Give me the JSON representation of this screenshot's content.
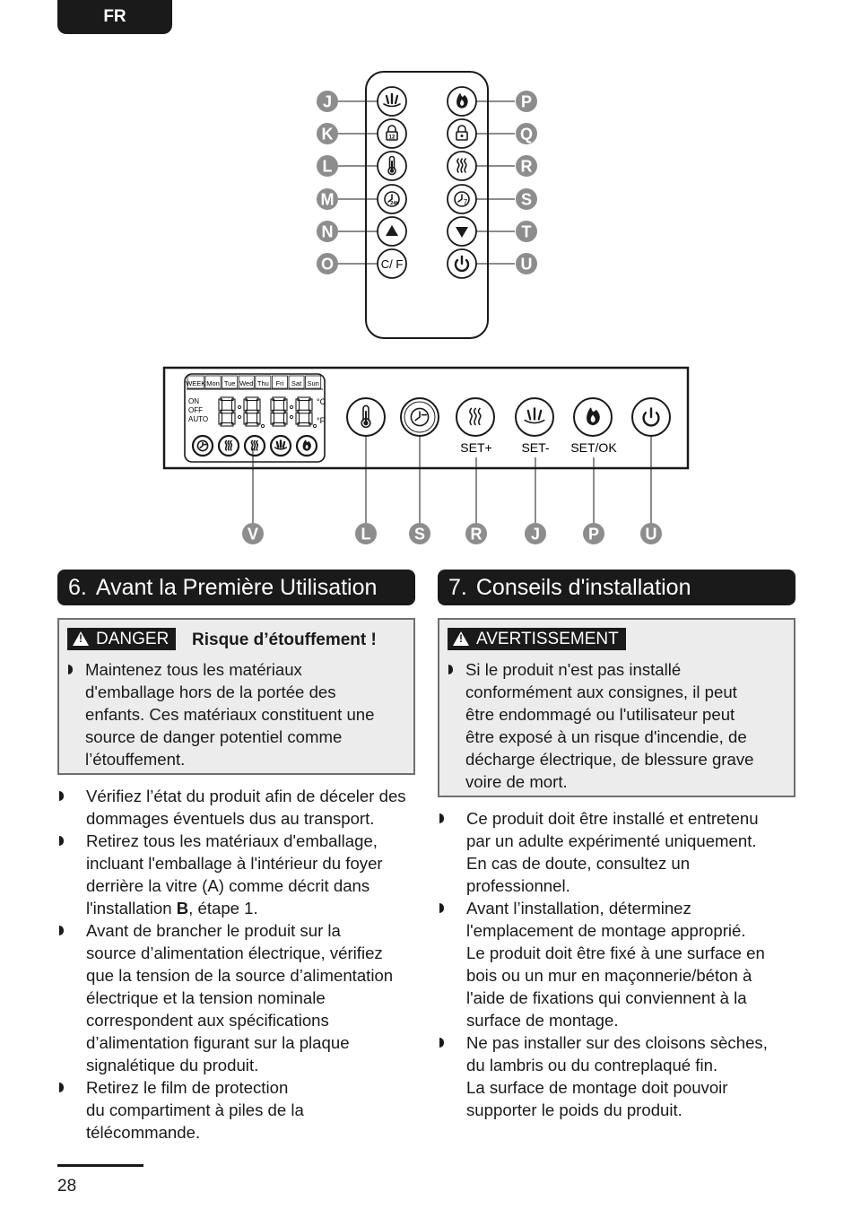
{
  "header": {
    "lang": "FR"
  },
  "remote": {
    "left_letters": [
      "J",
      "K",
      "L",
      "M",
      "N",
      "O"
    ],
    "right_letters": [
      "P",
      "Q",
      "R",
      "S",
      "T",
      "U"
    ],
    "left_icons": [
      "flame-crown-icon",
      "lock-12-icon",
      "thermometer-icon",
      "clock-24h-icon",
      "arrow-up-icon",
      "celsius-fahrenheit-icon"
    ],
    "right_icons": [
      "flame-icon",
      "lock-icon",
      "heat-waves-icon",
      "clock-7-icon",
      "arrow-down-icon",
      "power-icon"
    ],
    "cf_label": "C/ F"
  },
  "panel": {
    "days": [
      "WEEK",
      "Mon",
      "Tue",
      "Wed",
      "Thu",
      "Fri",
      "Sat",
      "Sun"
    ],
    "modes": [
      "ON",
      "OFF",
      "AUTO"
    ],
    "unit_c": "°C",
    "unit_f": "°F",
    "btn_labels": [
      "SET+",
      "SET-",
      "SET/OK"
    ],
    "letters": [
      "V",
      "L",
      "S",
      "R",
      "J",
      "P",
      "U"
    ]
  },
  "section6": {
    "number": "6.",
    "title": "Avant la Première Utilisation",
    "danger": {
      "label": "DANGER",
      "title": "Risque d’étouffement !",
      "lines": [
        "Maintenez tous les matériaux",
        "d'emballage hors de la portée des",
        "enfants. Ces matériaux constituent une",
        "source de danger potentiel comme",
        "l’étouffement."
      ]
    },
    "b1": [
      "Vérifiez l’état du produit afin de déceler des",
      "dommages éventuels dus au transport."
    ],
    "b2_lines": [
      "Retirez tous les matériaux d'emballage,",
      "incluant l'emballage à l'intérieur du foyer",
      "derrière la vitre (A) comme décrit dans"
    ],
    "b2_pre": "l'installation ",
    "b2_bold": "B",
    "b2_post": ", étape 1.",
    "b3": [
      "Avant de brancher le produit sur la",
      "source d’alimentation électrique, vérifiez",
      "que la tension de la source d’alimentation",
      "électrique et la tension nominale",
      "correspondent aux spécifications",
      "d’alimentation figurant sur la plaque",
      "signalétique du produit."
    ],
    "b4": [
      "Retirez le film de protection",
      "du compartiment à piles de la",
      "télécommande."
    ]
  },
  "section7": {
    "number": "7.",
    "title": "Conseils d'installation",
    "warning": {
      "label": "AVERTISSEMENT",
      "lines": [
        "Si le produit n'est pas installé",
        "conformément aux consignes, il peut",
        "être endommagé ou l'utilisateur peut",
        "être exposé à un risque d'incendie, de",
        "décharge électrique, de blessure grave",
        "voire de mort."
      ]
    },
    "b1": [
      "Ce produit doit être installé et entretenu",
      "par un adulte expérimenté uniquement.",
      "En cas de doute, consultez un",
      "professionnel."
    ],
    "b2": [
      "Avant l’installation, déterminez",
      "l'emplacement de montage approprié.",
      "Le produit doit être fixé à une surface en",
      "bois ou un mur en maçonnerie/béton à",
      "l'aide de fixations qui conviennent à la",
      "surface de montage."
    ],
    "b3": [
      "Ne pas installer sur des cloisons sèches,",
      "du lambris ou du contreplaqué fin.",
      "La surface de montage doit pouvoir",
      "supporter le poids du produit."
    ]
  },
  "footer": {
    "page": "28"
  }
}
